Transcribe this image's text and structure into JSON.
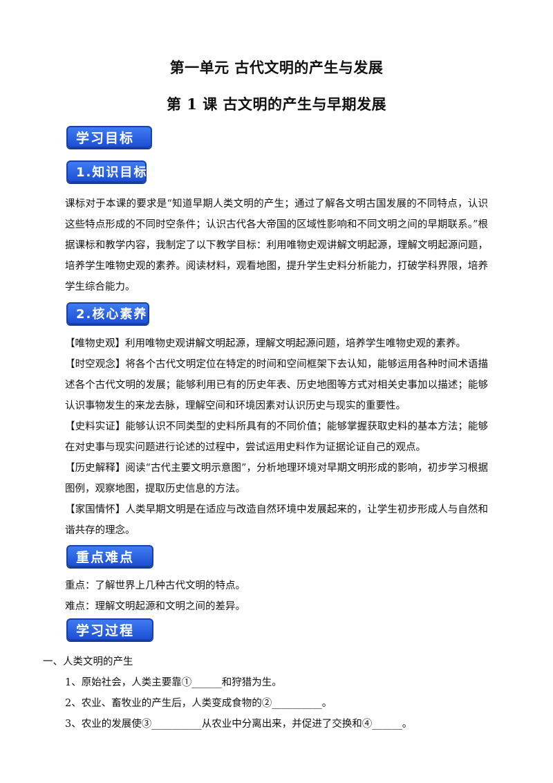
{
  "unit_title": "第一单元  古代文明的产生与发展",
  "lesson_title": "第 1 课  古文明的产生与早期发展",
  "badges": {
    "objectives": "学习目标",
    "knowledge": "1.知识目标",
    "literacy": "2.核心素养",
    "keypoints": "重点难点",
    "process": "学习过程"
  },
  "knowledge_text": "课标对于本课的要求是“知道早期人类文明的产生；通过了解各文明古国发展的不同特点，认识这些特点形成的不同时空条件；认识古代各大帝国的区域性影响和不同文明之间的早期联系。”根据课标和教学内容，我制定了以下教学目标：利用唯物史观讲解文明起源，理解文明起源问题，培养学生唯物史观的素养。阅读材料，观看地图，提升学生史料分析能力，打破学科界限，培养学生综合能力。",
  "literacy_items": [
    "【唯物史观】利用唯物史观讲解文明起源，理解文明起源问题，培养学生唯物史观的素养。",
    "【时空观念】将各个古代文明定位在特定的时间和空间框架下去认知，能够运用各种时间术语描述各个古代文明的发展；能够利用已有的历史年表、历史地图等方式对相关史事加以描述；能够认识事物发生的来龙去脉，理解空间和环境因素对认识历史与现实的重要性。",
    "【史料实证】能够认识不同类型的史料所具有的不同价值；能够掌握获取史料的基本方法；能够在对史事与现实问题进行论述的过程中，尝试运用史料作为证据论证自己的观点。",
    "【历史解释】阅读“古代主要文明示意图”，分析地理环境对早期文明形成的影响，初步学习根据图例，观察地图，提取历史信息的方法。",
    "【家国情怀】人类早期文明是在适应与改造自然环境中发展起来的，让学生初步形成人与自然和谐共存的理念。"
  ],
  "key_point": "重点：了解世界上几种古代文明的特点。",
  "difficult_point": "难点：理解文明起源和文明之间的差异。",
  "section_heading": "一、人类文明的产生",
  "questions": [
    "1、原始社会，人类主要靠①______和狩猎为生。",
    "2、农业、畜牧业的产生后，人类变成食物的②__________。",
    "3、农业的发展使③__________从农业中分离出来，并促进了交换和④______。"
  ]
}
